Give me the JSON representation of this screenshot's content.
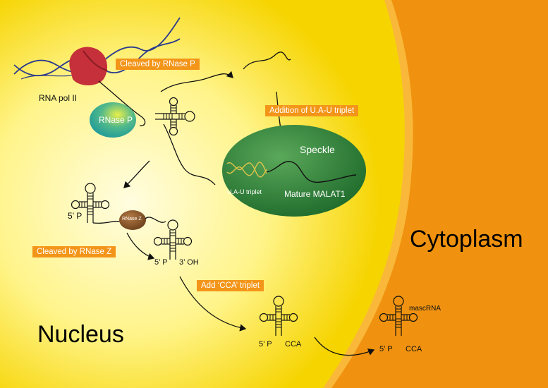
{
  "labels": {
    "rna_pol": "RNA pol II",
    "cleaved_rnase_p": "Cleaved by RNase P",
    "rnase_p": "RNase P",
    "addition_uau": "Addition of U.A-U triplet",
    "speckle": "Speckle",
    "uau_triplet": "U.A-U triplet",
    "mature_malat1": "Mature MALAT1",
    "five_p_1": "5’ P",
    "rnase_z": "RNase Z",
    "cleaved_rnase_z": "Cleaved by RNase Z",
    "five_p_2": "5’ P",
    "three_oh": "3’ OH",
    "add_cca": "Add ‘CCA’ triplet",
    "five_p_3": "5’ P",
    "cca_1": "CCA",
    "mascrna": "mascRNA",
    "five_p_4": "5’ P",
    "cca_2": "CCA",
    "nucleus": "Nucleus",
    "cytoplasm": "Cytoplasm"
  },
  "colors": {
    "cytoplasm": "#f0920f",
    "nucleus_center": "#fffde0",
    "nucleus_edge": "#f6d400",
    "label_box": "#f39519",
    "speckle": "#2f8a3e",
    "rnase_p": "#2aa89a",
    "rnase_z": "#8b5a2b",
    "pol_ii": "#c5303a",
    "dna": "#2b3a8c"
  }
}
